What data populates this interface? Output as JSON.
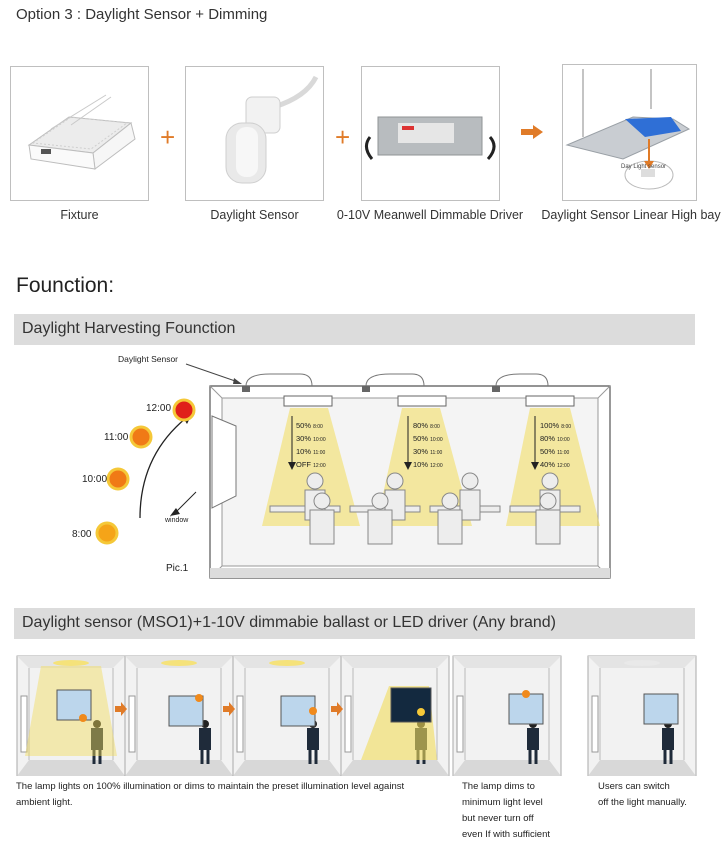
{
  "option": {
    "label": "Option 3",
    "title": " : Daylight Sensor + Dimming"
  },
  "products": [
    {
      "caption": "Fixture"
    },
    {
      "caption": "Daylight Sensor"
    },
    {
      "caption": "0-10V Meanwell Dimmable Driver"
    },
    {
      "caption": "Daylight Sensor Linear High bay"
    }
  ],
  "product_inset_label": "Day Light sensor",
  "function_heading": "Founction:",
  "section1": {
    "title": "Daylight Harvesting Founction",
    "sensor_label": "Daylight Sensor",
    "window_label": "window",
    "pic_label": "Pic.1",
    "sun_times": [
      "12:00",
      "11:00",
      "10:00",
      "8:00"
    ],
    "lamps": [
      {
        "rows": [
          [
            "50%",
            "8:00"
          ],
          [
            "30%",
            "10:00"
          ],
          [
            "10%",
            "11:00"
          ],
          [
            "OFF",
            "12:00"
          ]
        ]
      },
      {
        "rows": [
          [
            "80%",
            "8:00"
          ],
          [
            "50%",
            "10:00"
          ],
          [
            "30%",
            "11:00"
          ],
          [
            "10%",
            "12:00"
          ]
        ]
      },
      {
        "rows": [
          [
            "100%",
            "8:00"
          ],
          [
            "80%",
            "10:00"
          ],
          [
            "50%",
            "11:00"
          ],
          [
            "40%",
            "12:00"
          ]
        ]
      }
    ]
  },
  "section2": {
    "title": "Daylight sensor (MSO1)+1-10V dimmabie ballast or LED driver (Any brand)",
    "note_left": [
      "The lamp lights on 100% illumination or dims to maintain the preset illumination level against",
      "ambient light."
    ],
    "note_mid": [
      "The lamp dims to",
      "minimum light level",
      "but never turn off",
      "even If with sufficient"
    ],
    "note_right": [
      "Users can switch",
      "off the light manually."
    ]
  },
  "colors": {
    "accent": "#e07b28",
    "bar": "#dcdcdc",
    "light": "#f2dc5a",
    "sun": "#f08a1c"
  }
}
